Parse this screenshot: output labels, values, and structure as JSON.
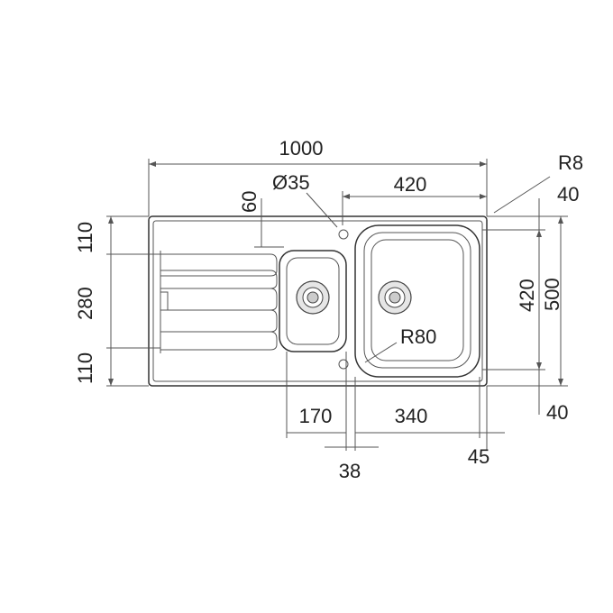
{
  "diagram": {
    "dimensions": {
      "overall_width": "1000",
      "radius_corner": "R8",
      "hole_diameter": "Ø35",
      "main_bowl_width": "420",
      "drainer_offset": "60",
      "left_top": "110",
      "left_middle": "280",
      "left_bottom": "110",
      "right_top": "40",
      "right_inner_height": "420",
      "right_outer_height": "500",
      "right_bottom": "40",
      "small_bowl_width": "170",
      "main_bowl_bottom_width": "340",
      "bowl_gap": "38",
      "right_edge_offset": "45",
      "bowl_radius": "R80"
    }
  }
}
